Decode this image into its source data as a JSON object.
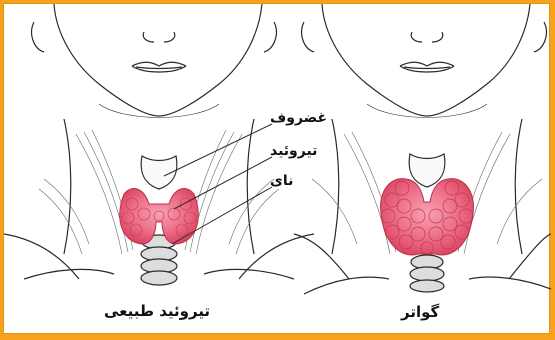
{
  "labels": {
    "cartilage": "غضروف",
    "thyroid": "تیروئید",
    "trachea": "نای"
  },
  "captions": {
    "normal": "تیروئید طبیعی",
    "goiter": "گواتر"
  },
  "colors": {
    "border": "#f6a21c",
    "thyroid": "#e8546e",
    "thyroid_light": "#f27a92",
    "line": "#2a2a2a"
  }
}
